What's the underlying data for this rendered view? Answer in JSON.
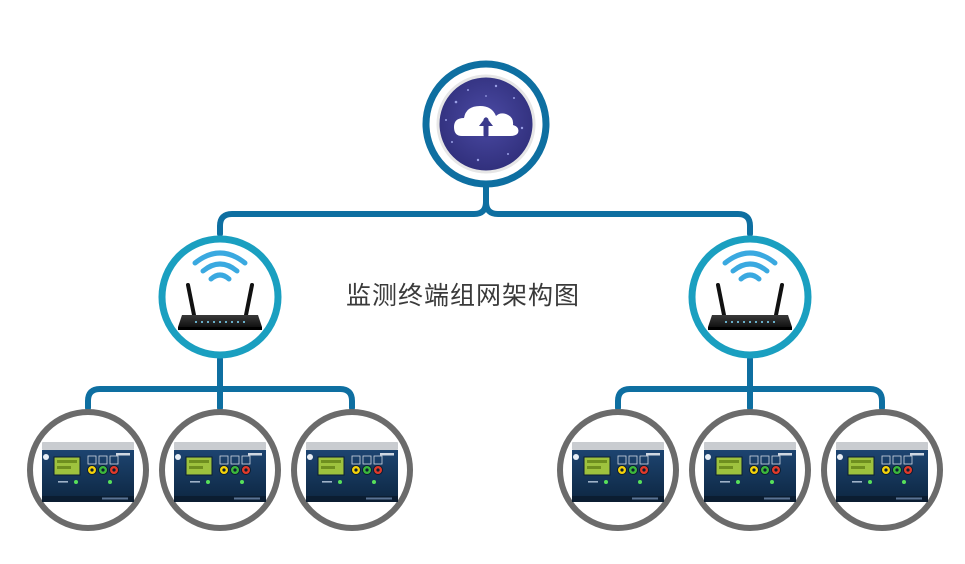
{
  "diagram": {
    "title": "监测终端组网架构图",
    "nodes": {
      "cloud": {
        "icon": "cloud-upload-icon"
      },
      "routers": [
        {
          "icon": "wifi-router-icon"
        },
        {
          "icon": "wifi-router-icon"
        }
      ],
      "terminals_per_router": 3,
      "terminal_icon": "monitoring-terminal-device"
    },
    "colors": {
      "connector": "#0e6fa1",
      "cloud_ring": "#0e6fa1",
      "cloud_fill": "#3b3a8c",
      "router_ring": "#1a9fc0",
      "terminal_ring": "#6b6b6b",
      "wifi_waves": "#3aa9e0",
      "router_body": "#1d1d1d",
      "device_panel": "#16355a",
      "screen": "#9ec23e",
      "knob_yellow": "#f4d20a",
      "knob_green": "#3cb83c",
      "knob_red": "#e23a2a"
    }
  }
}
